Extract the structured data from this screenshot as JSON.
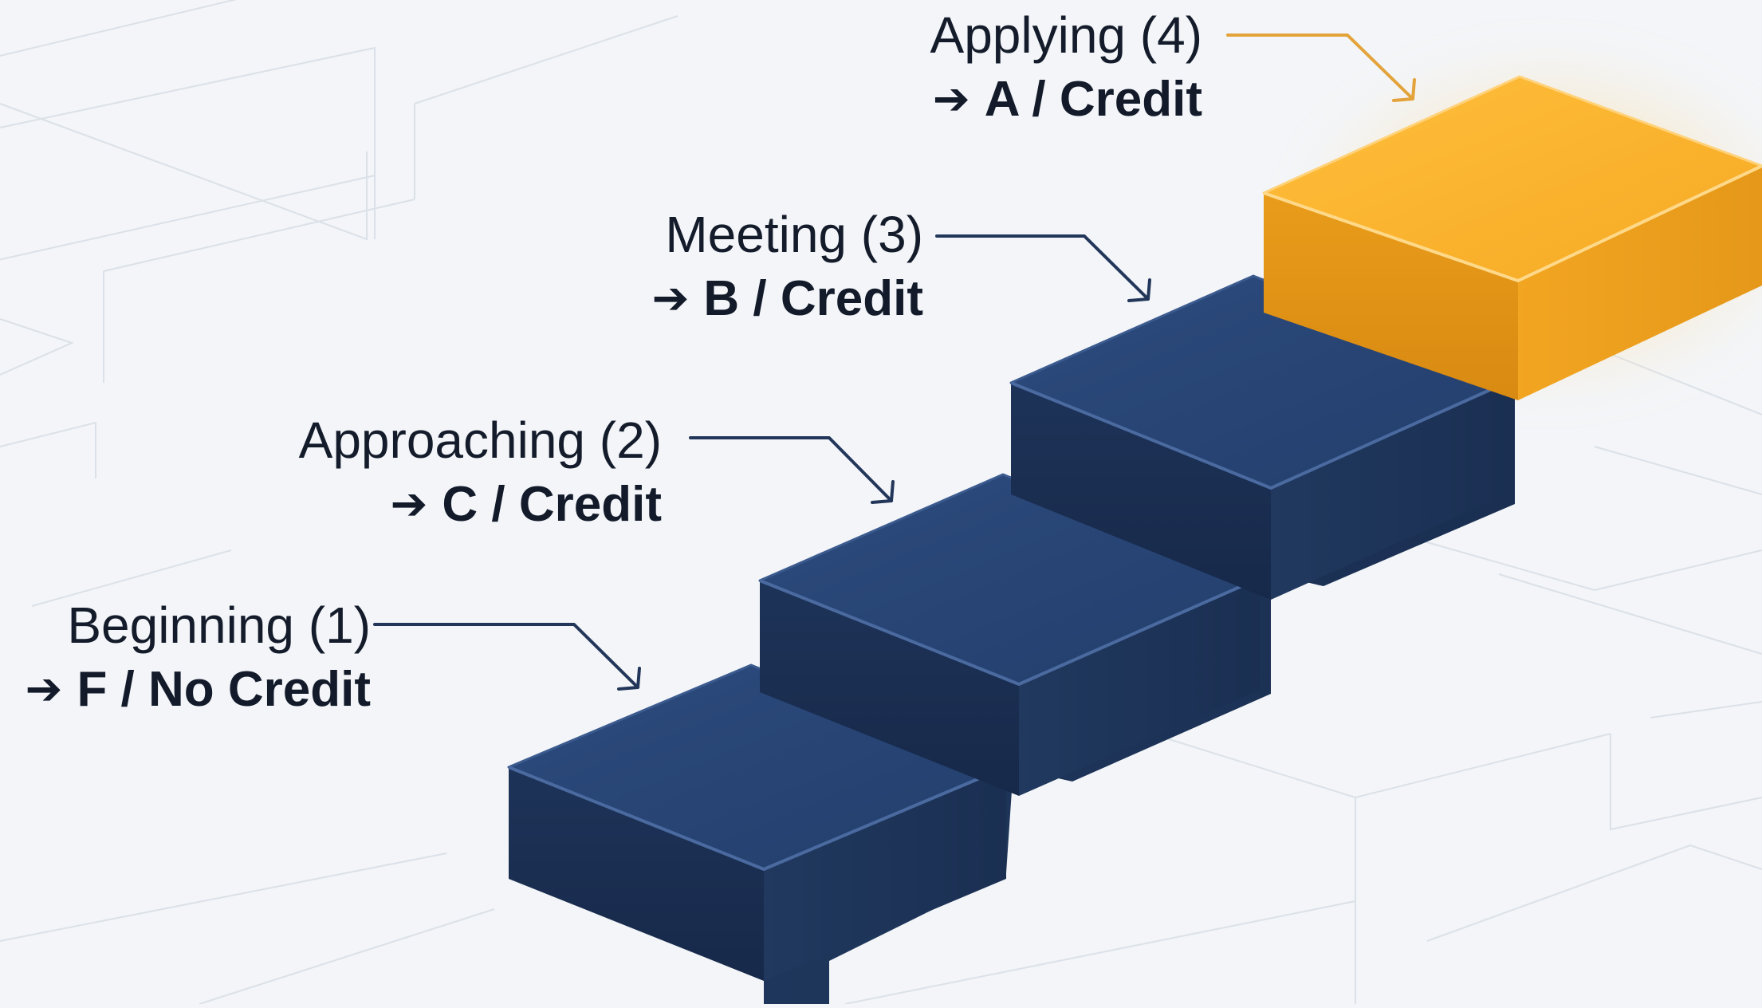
{
  "levels": [
    {
      "name": "Beginning (1)",
      "grade": "F / No Credit"
    },
    {
      "name": "Approaching (2)",
      "grade": "C / Credit"
    },
    {
      "name": "Meeting (3)",
      "grade": "B / Credit"
    },
    {
      "name": "Applying (4)",
      "grade": "A / Credit"
    }
  ],
  "icons": {
    "grade_marker": "right-arrow-icon"
  },
  "colors": {
    "step_navy": "#24406f",
    "step_gold": "#f5ac2b",
    "leader_navy": "#22365a",
    "leader_gold": "#e3a33a",
    "background": "#f3f5f8"
  }
}
